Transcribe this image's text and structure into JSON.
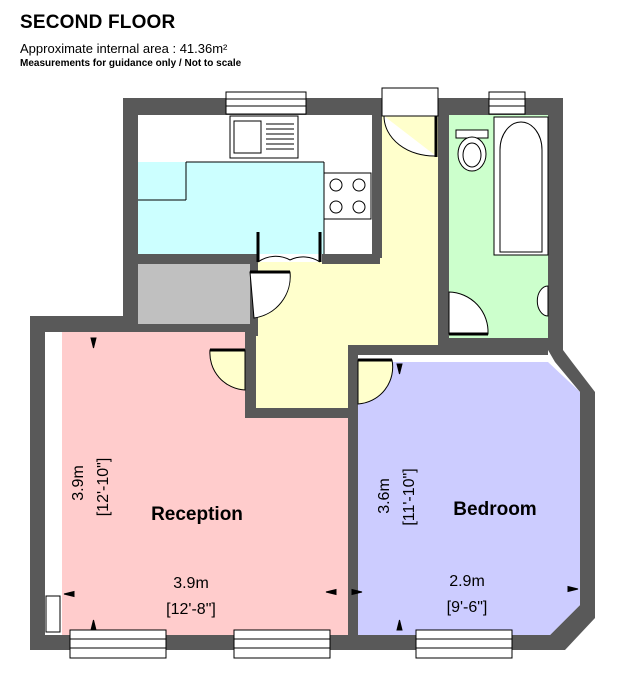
{
  "header": {
    "title": "SECOND FLOOR",
    "area": "Approximate internal area : 41.36m²",
    "note": "Measurements for guidance only / Not to scale"
  },
  "rooms": {
    "reception": {
      "name": "Reception",
      "width_m": "3.9m",
      "width_ft": "[12'-8\"]",
      "depth_m": "3.9m",
      "depth_ft": "[12'-10\"]"
    },
    "bedroom": {
      "name": "Bedroom",
      "width_m": "2.9m",
      "width_ft": "[9'-6\"]",
      "depth_m": "3.6m",
      "depth_ft": "[11'-10\"]"
    }
  },
  "colors": {
    "wall": "#595959",
    "reception": "#ffcccc",
    "bedroom": "#ccccff",
    "hall": "#ffffcc",
    "kitchen_counter": "#ccffff",
    "bathroom": "#ccffcc",
    "cupboard": "#c0c0c0"
  }
}
